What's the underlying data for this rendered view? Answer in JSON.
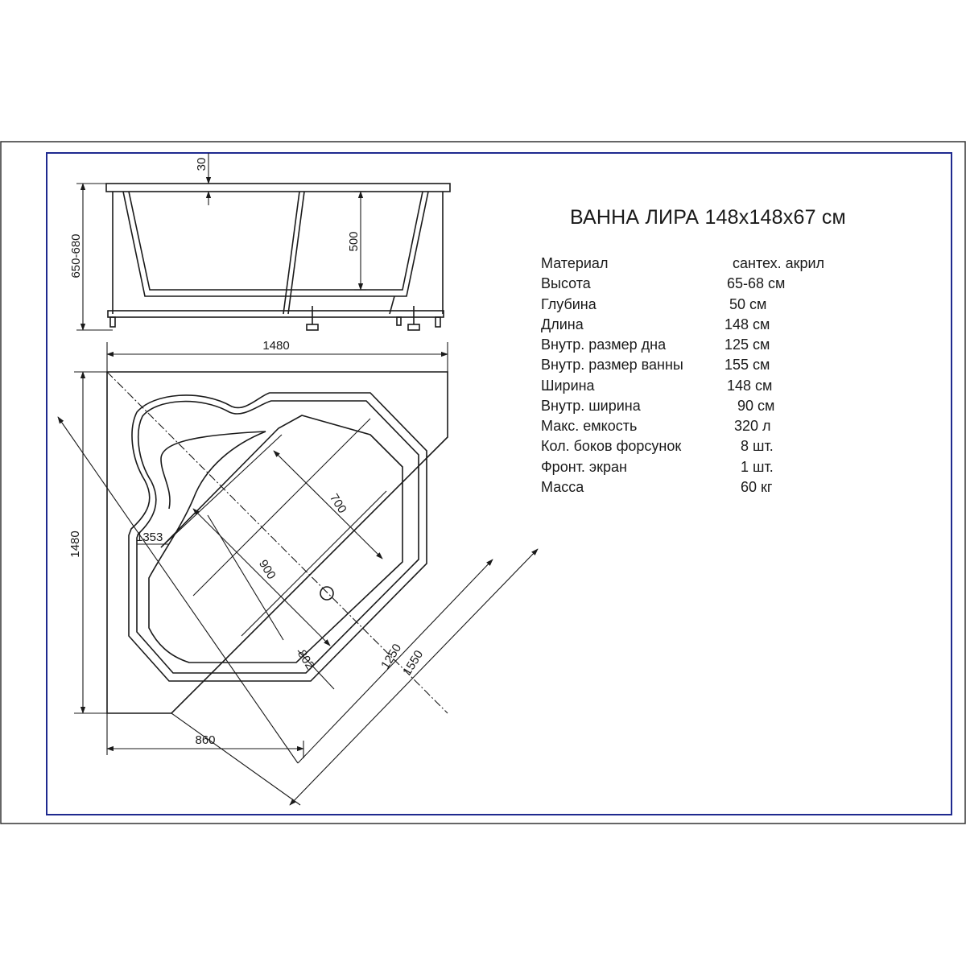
{
  "title": "ВАННА ЛИРА 148х148х67 см",
  "specs": [
    {
      "label": "Материал",
      "value": "сантех. акрил"
    },
    {
      "label": "Высота",
      "value": "65-68 см"
    },
    {
      "label": "Глубина",
      "value": "50 см"
    },
    {
      "label": "Длина",
      "value": "148 см"
    },
    {
      "label": "Внутр. размер дна",
      "value": "125 см"
    },
    {
      "label": "Внутр. размер ванны",
      "value": "155 см"
    },
    {
      "label": "Ширина",
      "value": "148 см"
    },
    {
      "label": "Внутр. ширина",
      "value": "90 см"
    },
    {
      "label": "Макс. емкость",
      "value": "320 л"
    },
    {
      "label": "Кол. боков форсунок",
      "value": "8 шт."
    },
    {
      "label": "Фронт. экран",
      "value": "1 шт."
    },
    {
      "label": "Масса",
      "value": "60 кг"
    }
  ],
  "dimensions": {
    "rim_thickness": "30",
    "overall_height": "650-680",
    "inner_depth": "500",
    "width_top": "1480",
    "height_left": "1480",
    "front_width": "860",
    "bottom_length": "1250",
    "overall_diagonal": "1550",
    "inner_width": "700",
    "bottom_width": "900",
    "seat_radius": "1353",
    "bottom_offset": "802"
  },
  "colors": {
    "frame": "#1f2a8f",
    "lines": "#1a1a1a"
  }
}
